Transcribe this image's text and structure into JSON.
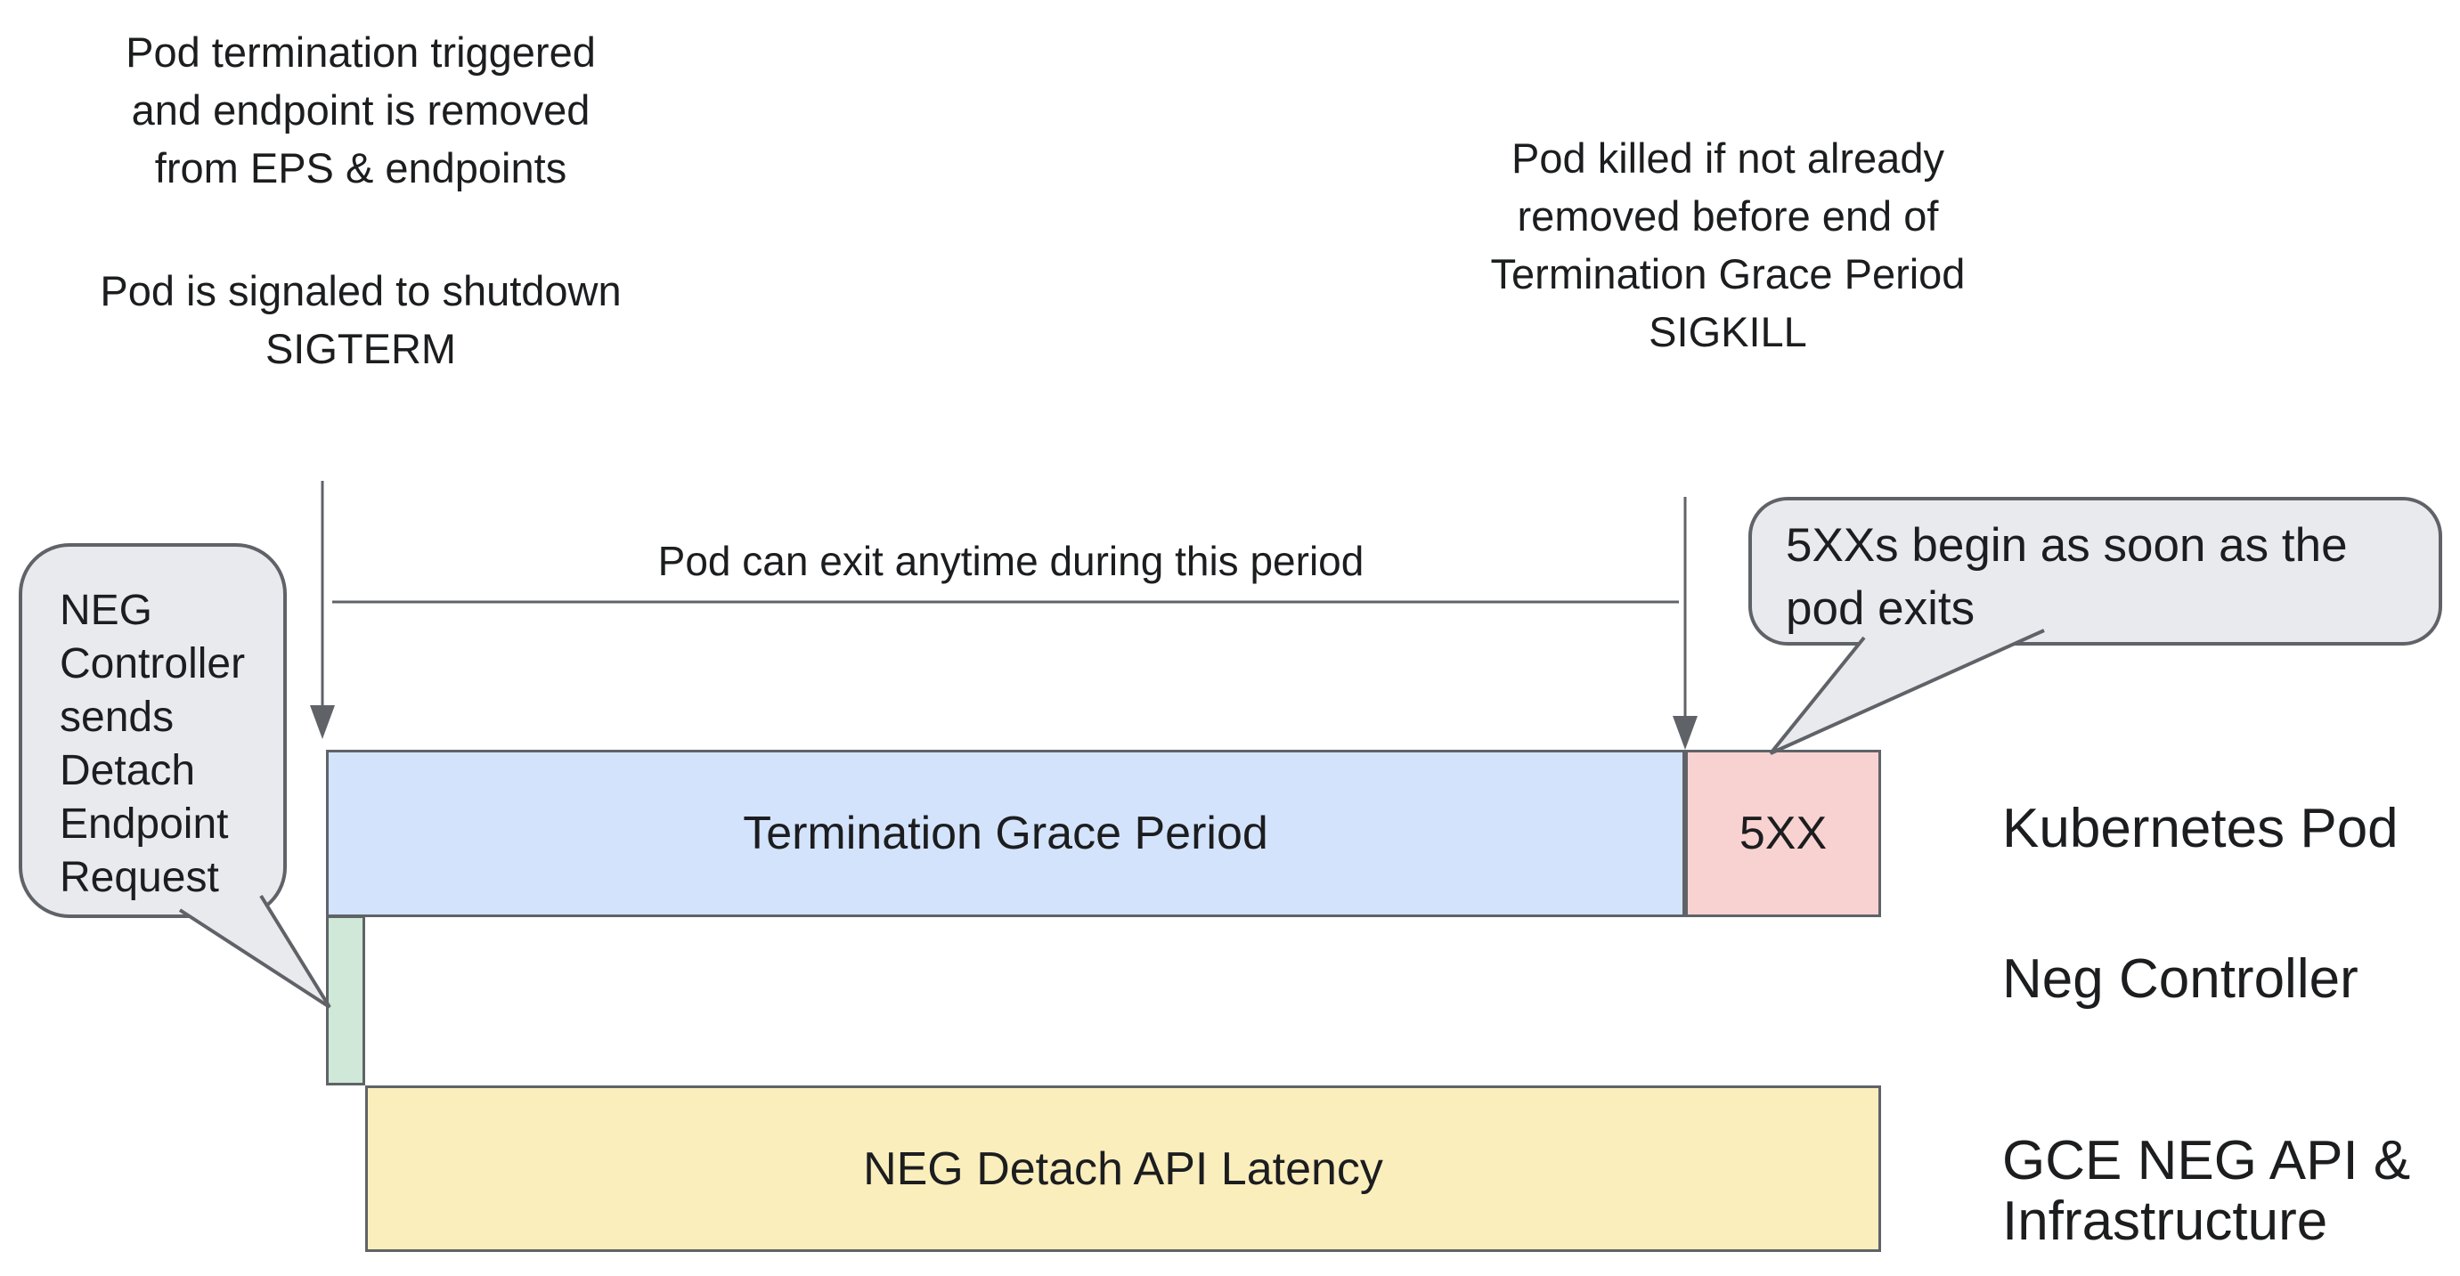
{
  "notes": {
    "top_left": {
      "para1": [
        "Pod termination triggered",
        "and endpoint is removed",
        "from EPS & endpoints"
      ],
      "para2": [
        "Pod is signaled to shutdown",
        "SIGTERM"
      ]
    },
    "top_right": [
      "Pod killed if not already",
      "removed before end of",
      "Termination Grace Period",
      "SIGKILL"
    ],
    "period_span": "Pod can exit anytime during this period"
  },
  "callouts": {
    "left": [
      "NEG",
      "Controller",
      "sends",
      "Detach",
      "Endpoint",
      "Request"
    ],
    "right": [
      "5XXs begin as soon as the",
      "pod exits"
    ]
  },
  "bars": {
    "grace": {
      "label": "Termination Grace Period",
      "fill": "#d4e3fc"
    },
    "error": {
      "label": "5XX",
      "fill": "#f8d2d1"
    },
    "detach_request": {
      "fill": "#cfe8d7"
    },
    "latency": {
      "label": "NEG Detach API Latency",
      "fill": "#faeebd"
    }
  },
  "lanes": {
    "kubernetes_pod": "Kubernetes Pod",
    "neg_controller": "Neg Controller",
    "gce": [
      "GCE NEG API &",
      "Infrastructure"
    ]
  },
  "colors": {
    "line": "#5f6368",
    "callout_fill": "#e9eaee",
    "text": "#1c1d1f",
    "background": "#ffffff"
  }
}
